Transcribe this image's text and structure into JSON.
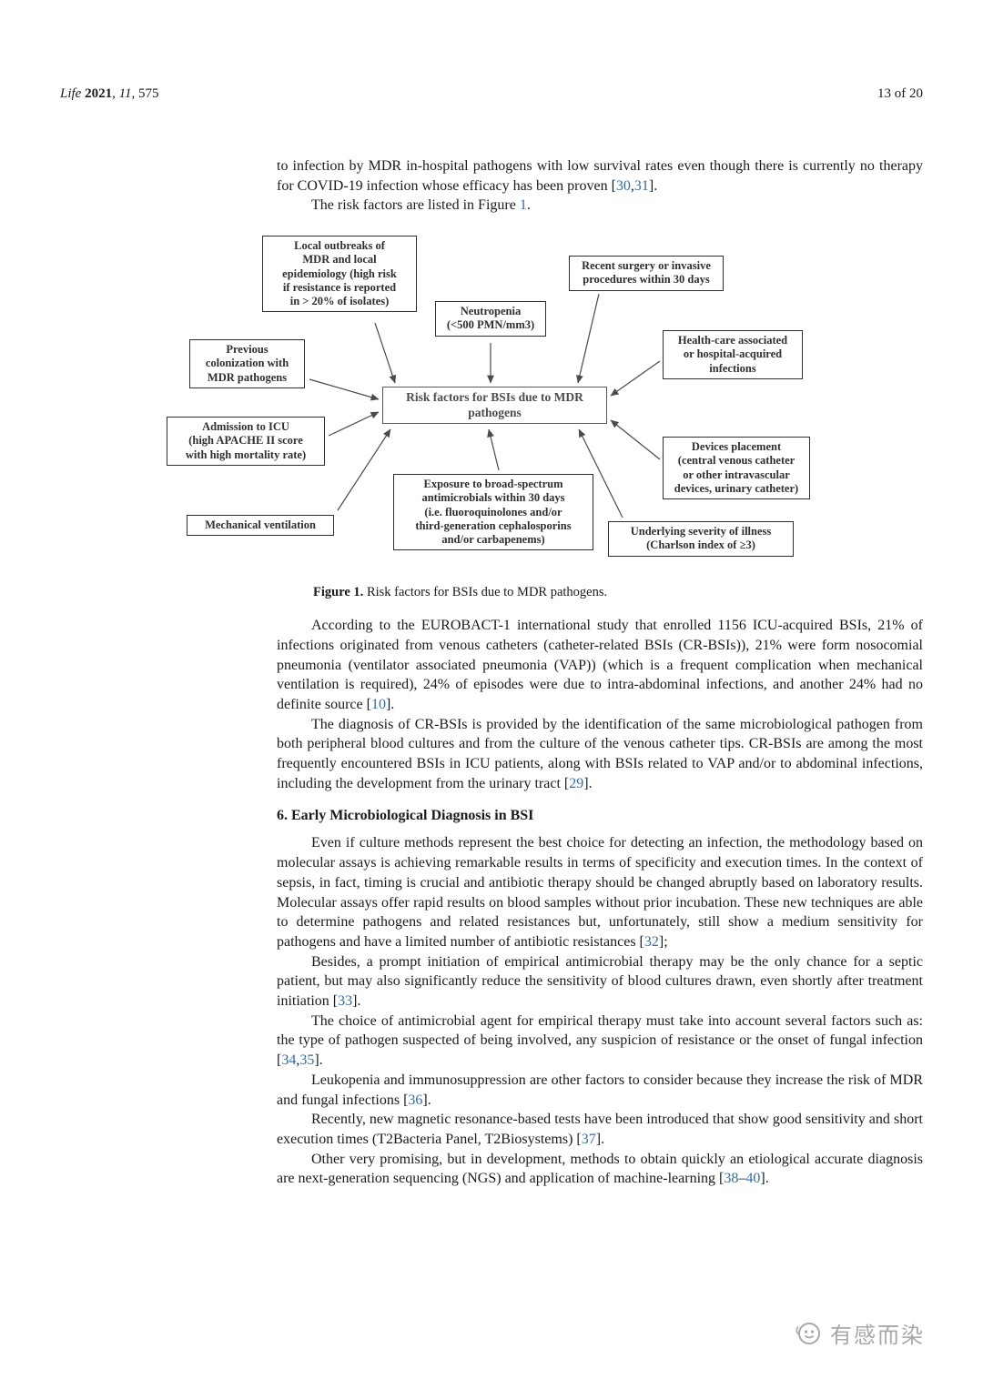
{
  "header": {
    "journal_segments": [
      {
        "t": "Life ",
        "k": "italic"
      },
      {
        "t": "2021",
        "k": "bold"
      },
      {
        "t": ", "
      },
      {
        "t": "11",
        "k": "italic"
      },
      {
        "t": ", 575"
      }
    ],
    "page_number": "13 of 20"
  },
  "paragraphs": {
    "p1": [
      {
        "t": "to infection by MDR in-hospital pathogens with low survival rates even though there is currently no therapy for COVID-19 infection whose efficacy has been proven ["
      },
      {
        "t": "30",
        "k": "link"
      },
      {
        "t": ","
      },
      {
        "t": "31",
        "k": "link"
      },
      {
        "t": "]."
      }
    ],
    "p2": [
      {
        "t": "The risk factors are listed in Figure "
      },
      {
        "t": "1",
        "k": "link"
      },
      {
        "t": "."
      }
    ],
    "p3": [
      {
        "t": "According to the EUROBACT-1 international study that enrolled 1156 ICU-acquired BSIs, 21% of infections originated from venous catheters (catheter-related BSIs (CR-BSIs)), 21% were form nosocomial pneumonia (ventilator associated pneumonia (VAP)) (which is a frequent complication when mechanical ventilation is required), 24% of episodes were due to intra-abdominal infections, and another 24% had no definite source ["
      },
      {
        "t": "10",
        "k": "link"
      },
      {
        "t": "]."
      }
    ],
    "p4": [
      {
        "t": "The diagnosis of CR-BSIs is provided by the identification of the same microbiological pathogen from both peripheral blood cultures and from the culture of the venous catheter tips. CR-BSIs are among the most frequently encountered BSIs in ICU patients, along with BSIs related to VAP and/or to abdominal infections, including the development from the urinary tract ["
      },
      {
        "t": "29",
        "k": "link"
      },
      {
        "t": "]."
      }
    ],
    "p5": [
      {
        "t": "Even if culture methods represent the best choice for detecting an infection, the methodology based on molecular assays is achieving remarkable results in terms of specificity and execution times. In the context of sepsis, in fact, timing is crucial and antibiotic therapy should be changed abruptly based on laboratory results. Molecular assays offer rapid results on blood samples without prior incubation. These new techniques are able to determine pathogens and related resistances but, unfortunately, still show a medium sensitivity for pathogens and have a limited number of antibiotic resistances ["
      },
      {
        "t": "32",
        "k": "link"
      },
      {
        "t": "];"
      }
    ],
    "p6": [
      {
        "t": "Besides, a prompt initiation of empirical antimicrobial therapy may be the only chance for a septic patient, but may also significantly reduce the sensitivity of blood cultures drawn, even shortly after treatment initiation ["
      },
      {
        "t": "33",
        "k": "link"
      },
      {
        "t": "]."
      }
    ],
    "p7": [
      {
        "t": "The choice of antimicrobial agent for empirical therapy must take into account several factors such as: the type of pathogen suspected of being involved, any suspicion of resistance or the onset of fungal infection ["
      },
      {
        "t": "34",
        "k": "link"
      },
      {
        "t": ","
      },
      {
        "t": "35",
        "k": "link"
      },
      {
        "t": "]."
      }
    ],
    "p8": [
      {
        "t": "Leukopenia and immunosuppression are other factors to consider because they increase the risk of MDR and fungal infections ["
      },
      {
        "t": "36",
        "k": "link"
      },
      {
        "t": "]."
      }
    ],
    "p9": [
      {
        "t": "Recently, new magnetic resonance-based tests have been introduced that show good sensitivity and short execution times (T2Bacteria Panel, T2Biosystems) ["
      },
      {
        "t": "37",
        "k": "link"
      },
      {
        "t": "]."
      }
    ],
    "p10": [
      {
        "t": "Other very promising, but in development, methods to obtain quickly an etiological accurate diagnosis are next-generation sequencing (NGS) and application of machine-learning ["
      },
      {
        "t": "38",
        "k": "link"
      },
      {
        "t": "–"
      },
      {
        "t": "40",
        "k": "link"
      },
      {
        "t": "]."
      }
    ]
  },
  "figure": {
    "caption_segments": [
      {
        "t": "Figure 1.",
        "k": "bold"
      },
      {
        "t": " Risk factors for BSIs due to MDR pathogens."
      }
    ],
    "boxes": {
      "outbreaks": "Local outbreaks of\nMDR and local\nepidemiology (high risk\nif resistance is reported\nin > 20% of isolates)",
      "surgery": "Recent surgery or invasive\nprocedures within 30 days",
      "neutropenia": "Neutropenia\n(<500 PMN/mm3)",
      "colonization": "Previous\ncolonization with\nMDR pathogens",
      "healthcare": "Health-care associated\nor hospital-acquired\ninfections",
      "center": "Risk factors for BSIs due to MDR\npathogens",
      "icu": "Admission to ICU\n(high APACHE II score\nwith high mortality rate)",
      "devices": "Devices placement\n(central venous catheter\nor other intravascular\ndevices, urinary catheter)",
      "ventilation": "Mechanical ventilation",
      "exposure": "Exposure to broad-spectrum\nantimicrobials within 30 days\n(i.e. fluoroquinolones and/or\nthird-generation cephalosporins\nand/or carbapenems)",
      "severity": "Underlying severity of illness\n(Charlson index of ≥3)"
    }
  },
  "section6": {
    "heading": "6. Early Microbiological Diagnosis in BSI"
  },
  "watermark": {
    "text": "有感而染"
  },
  "colors": {
    "link_blue": "#2f6db0",
    "box_border": "#2e2e2e",
    "watermark_gray": "#a8a8a8"
  }
}
